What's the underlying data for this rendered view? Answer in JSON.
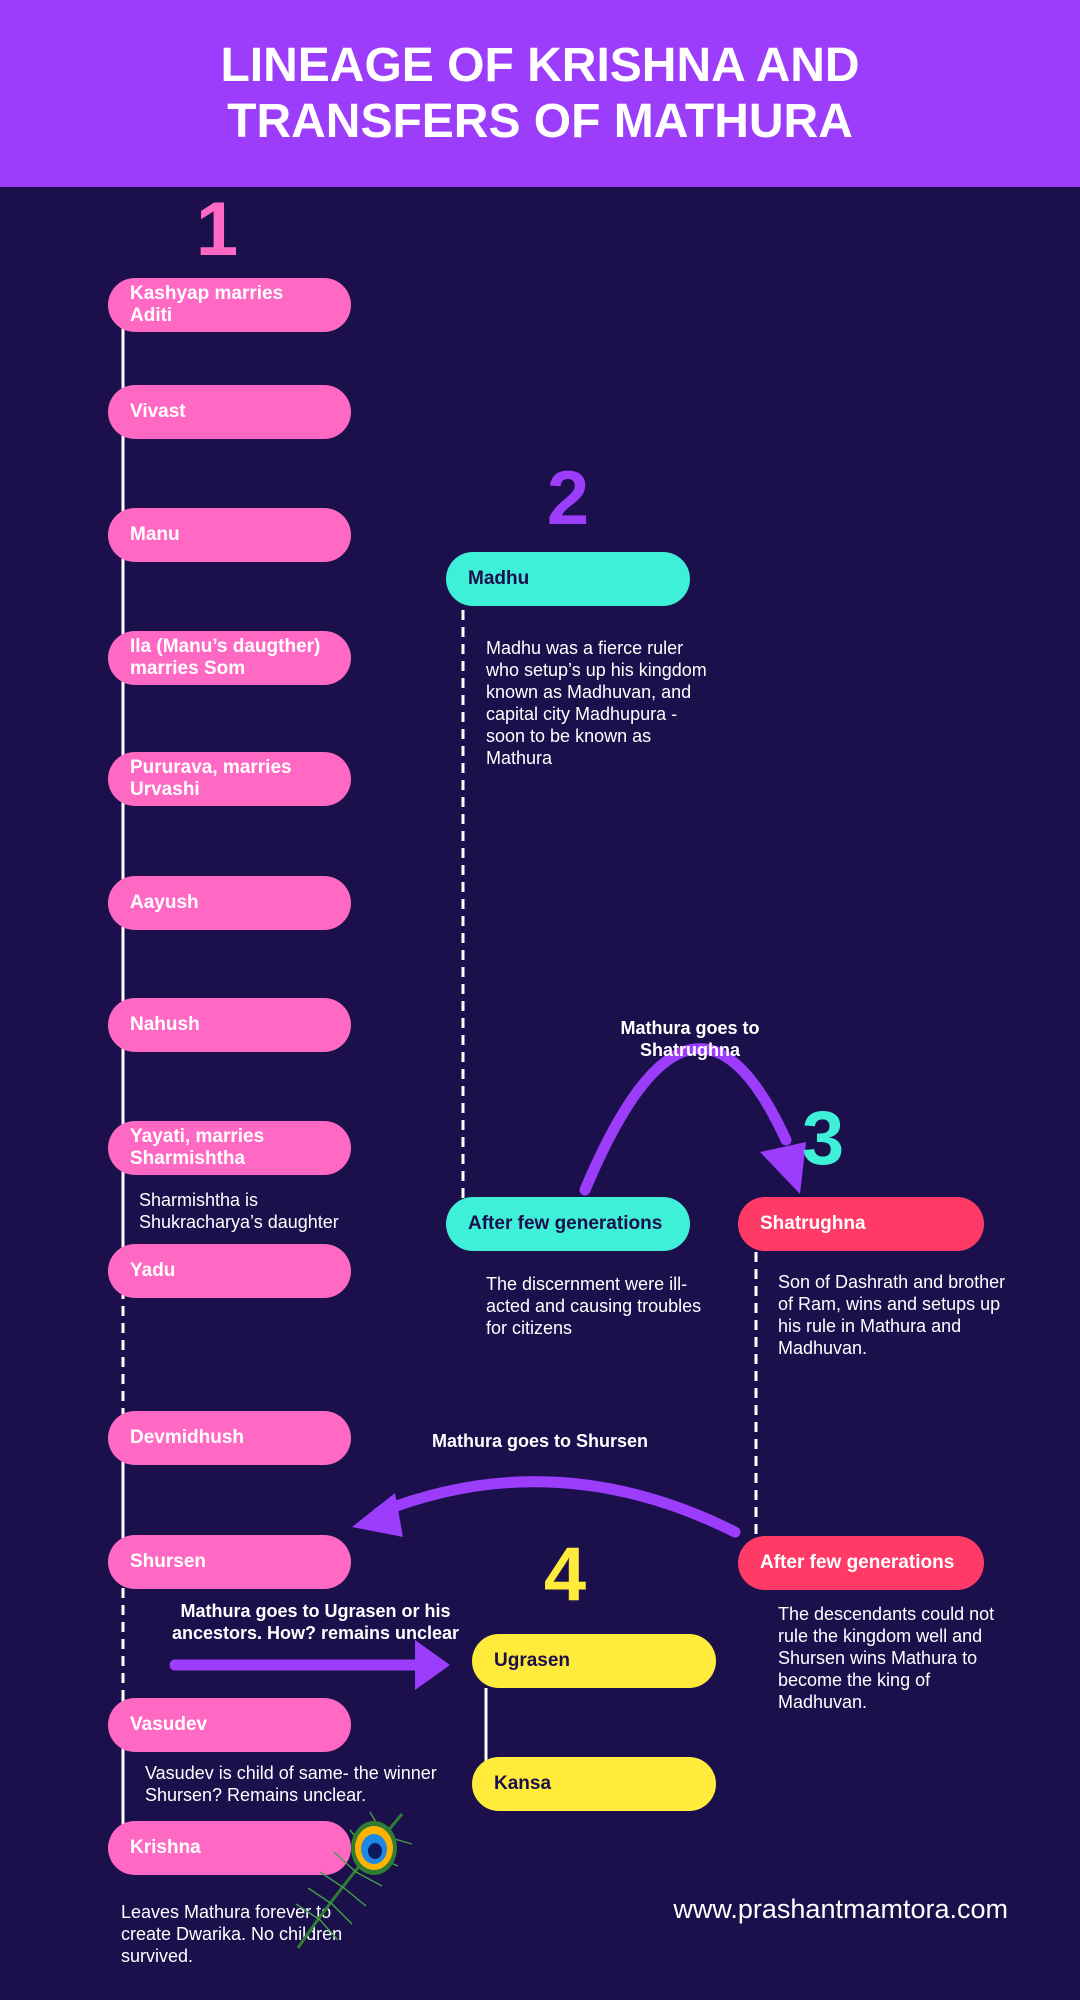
{
  "title": "LINEAGE OF KRISHNA AND TRANSFERS OF MATHURA",
  "colors": {
    "background": "#1b0f4c",
    "header": "#9b3dfa",
    "pink": "#ff69c4",
    "cyan": "#3ff0d9",
    "red": "#ff3a66",
    "yellow": "#ffeb3b",
    "purple": "#9b3dfa"
  },
  "section_numbers": [
    "1",
    "2",
    "3",
    "4"
  ],
  "lineage": [
    "Kashyap marries Aditi",
    "Vivast",
    "Manu",
    "Ila (Manu’s daugther) marries Som",
    "Pururava, marries Urvashi",
    "Aayush",
    "Nahush",
    "Yayati, marries Sharmishtha",
    "Yadu",
    "Devmidhush",
    "Shursen",
    "Vasudev",
    "Krishna"
  ],
  "lineage_notes": {
    "sharmishtha": "Sharmishtha is Shukracharya’s daughter",
    "vasudev": "Vasudev is child of same- the winner Shursen? Remains unclear.",
    "krishna": "Leaves Mathura forever to create Dwarika. No children survived."
  },
  "madhu": {
    "label": "Madhu",
    "note": "Madhu was a fierce ruler who setup’s up his kingdom known as Madhuvan, and capital city Madhupura - soon to be known as Mathura",
    "later_label": "After few generations",
    "later_note": "The discernment were ill-acted and causing troubles for citizens"
  },
  "shatrughna": {
    "label": "Shatrughna",
    "note": "Son of Dashrath and brother of Ram, wins and setups up his rule in Mathura and Madhuvan.",
    "later_label": "After few generations",
    "later_note": "The descendants could not rule the kingdom well and Shursen wins Mathura to become the king of Madhuvan."
  },
  "ugrasen": {
    "label": "Ugrasen",
    "child_label": "Kansa"
  },
  "captions": {
    "to_shatrughna": "Mathura goes to Shatrughna",
    "to_shursen": "Mathura goes to Shursen",
    "to_ugrasen": "Mathura goes to Ugrasen or his ancestors. How? remains unclear"
  },
  "website": "www.prashantmamtora.com",
  "icons": [
    "peacock-feather-icon"
  ]
}
